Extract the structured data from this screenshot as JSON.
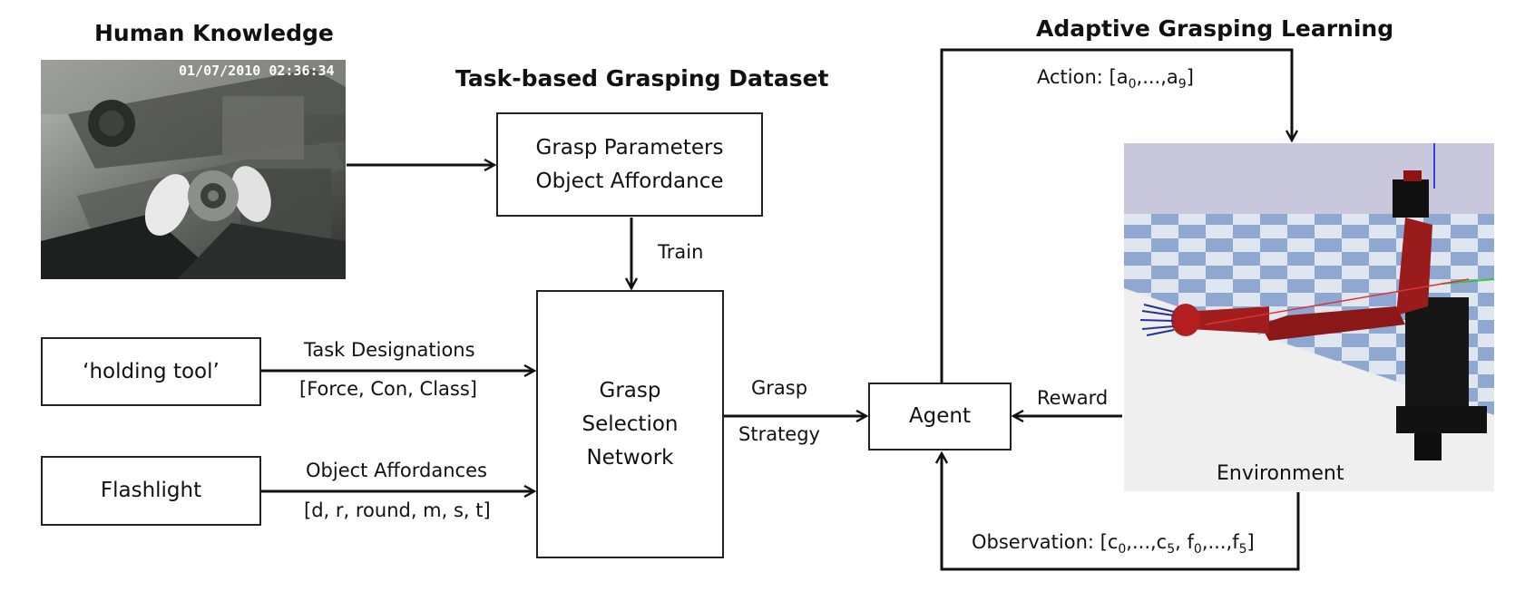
{
  "titles": {
    "human_knowledge": "Human Knowledge",
    "dataset": "Task-based Grasping Dataset",
    "adaptive": "Adaptive Grasping Learning"
  },
  "video": {
    "timestamp": "01/07/2010 02:36:34"
  },
  "boxes": {
    "grasp_params_line1": "Grasp Parameters",
    "grasp_params_line2": "Object Affordance",
    "holding_tool": "‘holding tool’",
    "flashlight": "Flashlight",
    "network_line1": "Grasp",
    "network_line2": "Selection",
    "network_line3": "Network",
    "agent": "Agent"
  },
  "labels": {
    "train": "Train",
    "task_designations": "Task Designations",
    "task_vector": "[Force, Con, Class]",
    "object_affordances": "Object Affordances",
    "affordance_vector": "[d, r, round, m, s, t]",
    "grasp": "Grasp",
    "strategy": "Strategy",
    "reward": "Reward",
    "environment": "Environment"
  },
  "action": {
    "prefix": "Action: [a",
    "sub0": "0",
    "mid": ",...,a",
    "sub9": "9",
    "suffix": "]"
  },
  "observation": {
    "prefix": "Observation: [c",
    "c0": "0",
    "mid1": ",...,c",
    "c5": "5",
    "mid2": ", f",
    "f0": "0",
    "mid3": ",...,f",
    "f5": "5",
    "suffix": "]"
  }
}
